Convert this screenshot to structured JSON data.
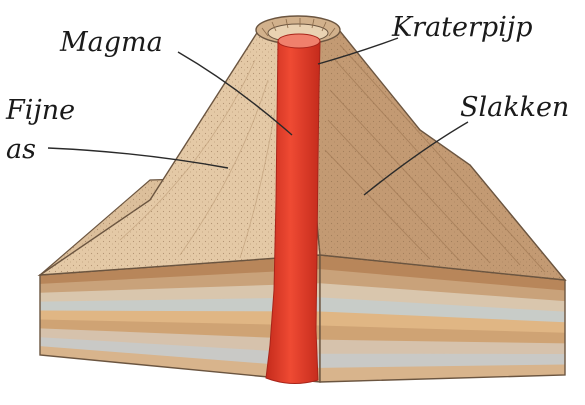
{
  "labels": {
    "magma": "Magma",
    "kraterpijp": "Kraterpijp",
    "fijne_line1": "Fijne",
    "fijne_line2": "as",
    "slakken": "Slakken"
  },
  "colors": {
    "magma": "#e8402c",
    "magma_dark": "#c42b1c",
    "cone_left": "#e3c7a3",
    "cone_right": "#c79d76",
    "ground_top": "#d9bb96",
    "outline": "#6b5540"
  },
  "strata_colors": [
    "#b8865a",
    "#c9a27a",
    "#d9c6ad",
    "#c8ccc8",
    "#e0b684",
    "#cfa374",
    "#d6c2ac",
    "#c9c9c6",
    "#d8b48c"
  ]
}
